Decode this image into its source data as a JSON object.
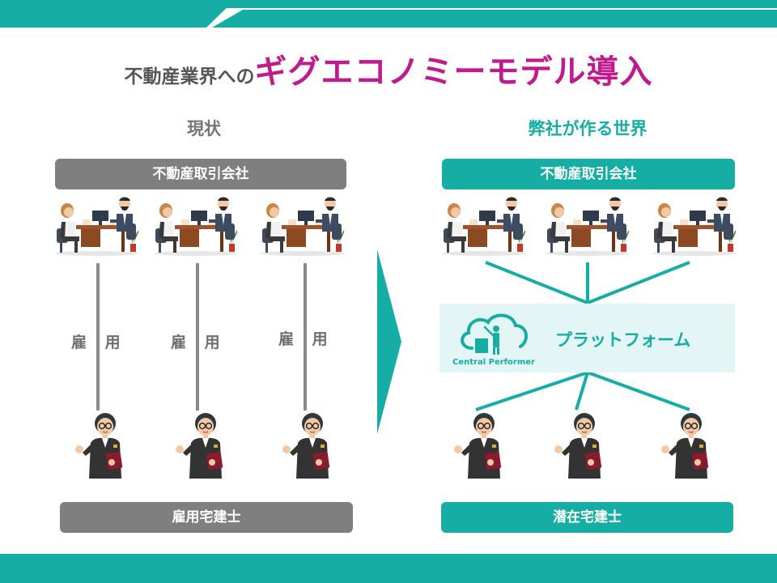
{
  "title": {
    "prefix": "不動産業界への",
    "main": "ギグエコノミーモデル導入"
  },
  "left": {
    "heading": "現状",
    "company_label": "不動産取引会社",
    "hire_label": "雇 用",
    "agent_label": "雇用宅建士"
  },
  "right": {
    "heading": "弊社が作る世界",
    "company_label": "不動産取引会社",
    "platform_label": "プラットフォーム",
    "logo_text": "Central Performer",
    "agent_label": "潜在宅建士"
  },
  "colors": {
    "teal": "#16ada5",
    "magenta": "#c01a8e",
    "gray": "#7f7f7f",
    "platform_bg": "#e3f5f4"
  },
  "icons": {
    "office": "office-desk-illustration-icon",
    "agent": "presenting-agent-illustration-icon",
    "logo": "cloud-presenter-logo-icon",
    "arrow": "arrow-right-icon"
  }
}
